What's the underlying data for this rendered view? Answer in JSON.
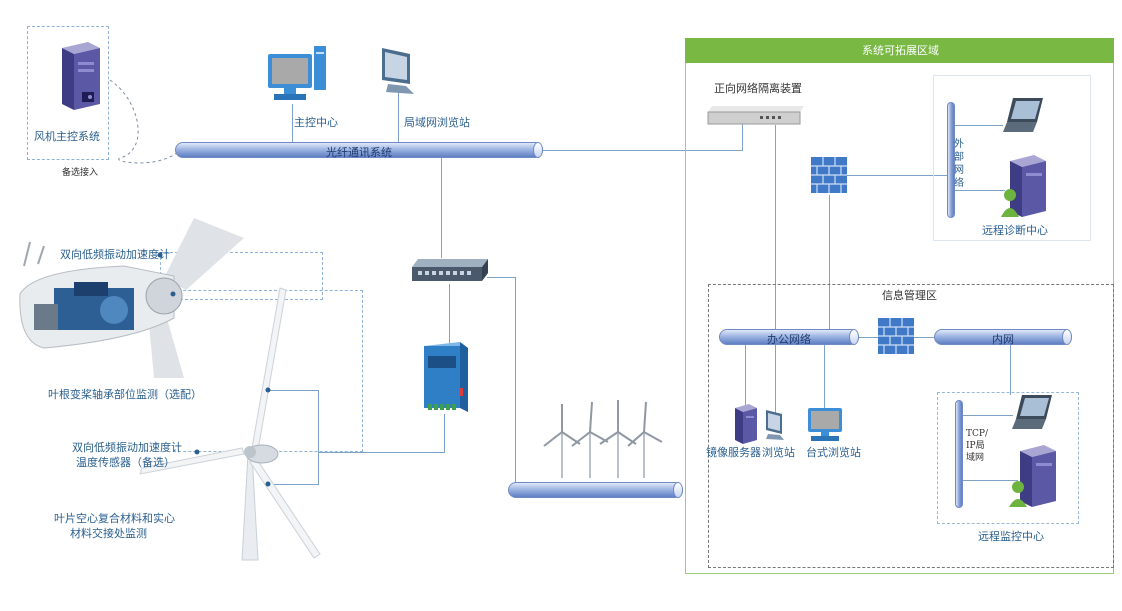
{
  "labels": {
    "fan_control": "风机主控系统",
    "backup_access": "备选接入",
    "main_control": "主控中心",
    "lan_browser": "局域网浏览站",
    "fiber_system": "光纤通讯系统",
    "expand_zone": "系统可拓展区域",
    "isolation_device": "正向网络隔离装置",
    "external_net": "外部网络",
    "remote_diag": "远程诊断中心",
    "info_mgmt": "信息管理区",
    "office_net": "办公网络",
    "intranet": "内网",
    "tcpip_lan": "TCP/IP局域网",
    "remote_monitor": "远程监控中心",
    "mirror_server": "镜像服务器",
    "browser_station": "浏览站",
    "desktop_browser": "台式浏览站",
    "vib_accel_1": "双向低频振动加速度计",
    "blade_root": "叶根变桨轴承部位监测（选配）",
    "vib_accel_2": "双向低频振动加速度计",
    "temp_sensor": "温度传感器（备选）",
    "blade_hollow_1": "叶片空心复合材料和实心",
    "blade_hollow_2": "材料交接处监测"
  },
  "colors": {
    "accent_green": "#78b843",
    "pipe_blue": "#7f9bd8",
    "line_blue": "#7fa3c8",
    "firewall_blue": "#3f79c7"
  }
}
